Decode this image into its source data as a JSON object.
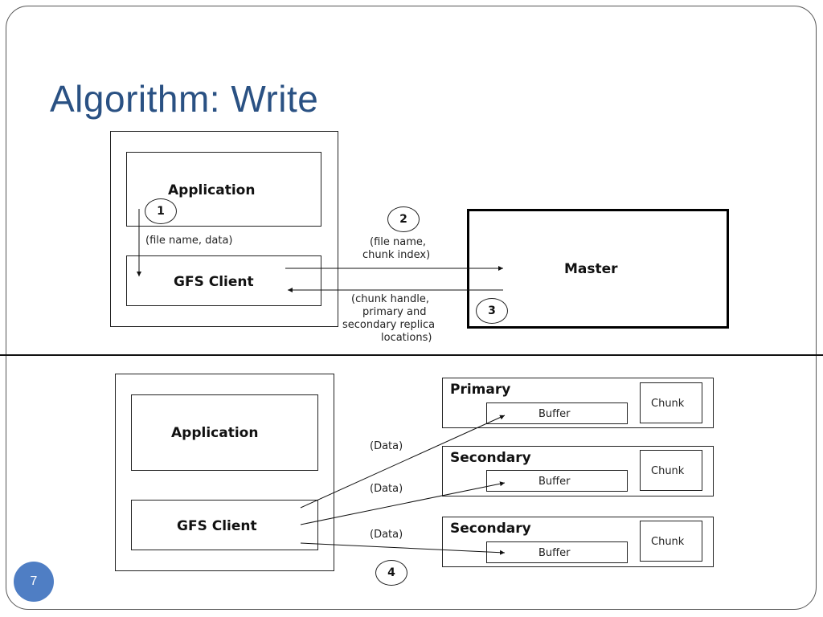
{
  "slide": {
    "title": "Algorithm: Write",
    "page_number": "7",
    "accent_color": "#2a5183",
    "badge_color": "#4f7ec4"
  },
  "top_diagram": {
    "application": "Application",
    "gfs_client": "GFS Client",
    "master": "Master",
    "step1": "1",
    "step1_label": "(file name, data)",
    "step2": "2",
    "step2_label_line1": "(file name,",
    "step2_label_line2": "chunk index)",
    "step3": "3",
    "step3_label_line1": "(chunk handle,",
    "step3_label_line2": "primary and",
    "step3_label_line3": "secondary replica",
    "step3_label_line4": "locations)"
  },
  "bottom_diagram": {
    "application": "Application",
    "gfs_client": "GFS Client",
    "step4": "4",
    "data_label": "(Data)",
    "replicas": [
      {
        "role": "Primary",
        "buffer": "Buffer",
        "chunk": "Chunk"
      },
      {
        "role": "Secondary",
        "buffer": "Buffer",
        "chunk": "Chunk"
      },
      {
        "role": "Secondary",
        "buffer": "Buffer",
        "chunk": "Chunk"
      }
    ]
  }
}
